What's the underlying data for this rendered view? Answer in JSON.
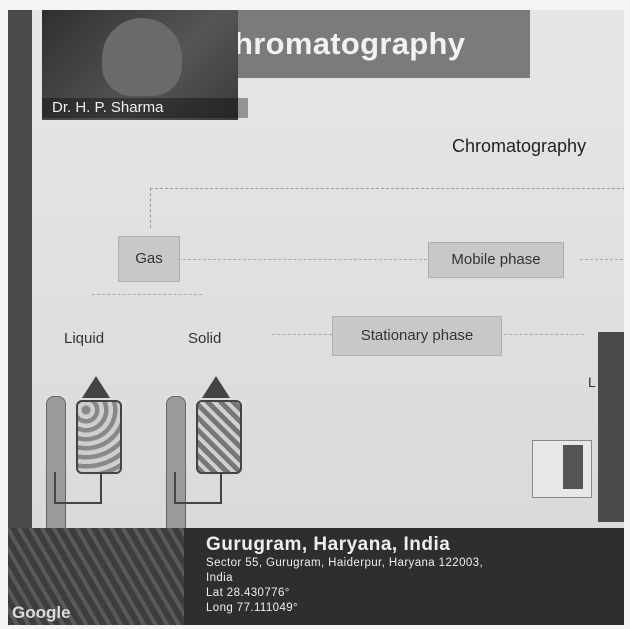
{
  "slide": {
    "title": "hromatography",
    "presenter_name": "Dr. H. P. Sharma",
    "heading": "Chromatography",
    "boxes": {
      "gas": "Gas",
      "mobile_phase": "Mobile phase",
      "stationary_phase": "Stationary phase"
    },
    "labels": {
      "liquid": "Liquid",
      "solid": "Solid",
      "partial": "L"
    }
  },
  "geotag": {
    "title": "Gurugram, Haryana, India",
    "address": "Sector 55, Gurugram, Haiderpur, Haryana 122003,",
    "country": "India",
    "lat": "Lat 28.430776°",
    "long": "Long 77.111049°",
    "brand": "Google"
  }
}
